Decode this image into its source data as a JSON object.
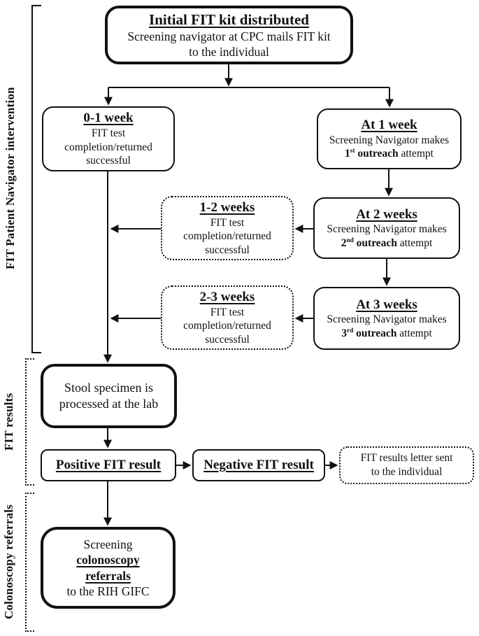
{
  "page": {
    "background": "#ffffff",
    "ink": "#111111"
  },
  "side_sections": {
    "navigator": {
      "label": "FIT Patient Navigator intervention"
    },
    "results": {
      "label": "FIT results"
    },
    "referrals": {
      "label": "Colonoscopy referrals"
    }
  },
  "flow": {
    "initial_kit": {
      "title": "Initial FIT kit distributed",
      "body": "Screening navigator at CPC mails FIT kit to the individual"
    },
    "week_0_1": {
      "title": "0-1 week",
      "line1": "FIT test",
      "line2": "completion/returned",
      "line3": "successful"
    },
    "at_1_week": {
      "title": "At 1 week",
      "line1": "Screening Navigator makes",
      "ordinal": "1",
      "ordinal_suffix": "st",
      "emphasis": "outreach",
      "rest": "attempt"
    },
    "weeks_1_2": {
      "title": "1-2 weeks",
      "line1": "FIT test",
      "line2": "completion/returned",
      "line3": "successful"
    },
    "at_2_weeks": {
      "title": "At 2 weeks",
      "line1": "Screening Navigator makes",
      "ordinal": "2",
      "ordinal_suffix": "nd",
      "emphasis": "outreach",
      "rest": "attempt"
    },
    "weeks_2_3": {
      "title": "2-3 weeks",
      "line1": "FIT test",
      "line2": "completion/returned",
      "line3": "successful"
    },
    "at_3_weeks": {
      "title": "At 3 weeks",
      "line1": "Screening Navigator makes",
      "ordinal": "3",
      "ordinal_suffix": "rd",
      "emphasis": "outreach",
      "rest": "attempt"
    },
    "stool_lab": {
      "line1": "Stool specimen is",
      "line2": "processed at the lab"
    },
    "positive_result": {
      "title": "Positive FIT result"
    },
    "negative_result": {
      "title": "Negative FIT result"
    },
    "results_letter": {
      "line1": "FIT results letter sent",
      "line2": "to the individual"
    },
    "colonoscopy_referral": {
      "line1": "Screening",
      "line2": "colonoscopy",
      "line3": "referrals",
      "line4": "to the RIH GIFC"
    }
  }
}
